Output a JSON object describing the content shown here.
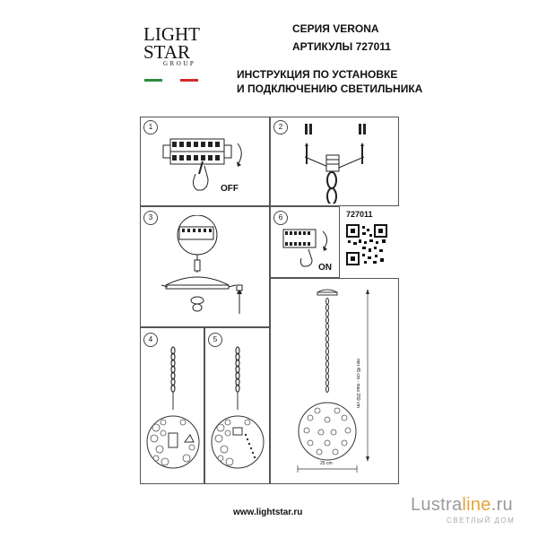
{
  "brand": {
    "line1": "LIGHT",
    "line2": "STAR",
    "line3": "GROUP"
  },
  "flag_colors": [
    "#2e8b3f",
    "#ffffff",
    "#d22c2c"
  ],
  "header": {
    "series": "СЕРИЯ VERONA",
    "articles": "АРТИКУЛЫ 727011",
    "title_line1": "ИНСТРУКЦИЯ ПО УСТАНОВКЕ",
    "title_line2": "И ПОДКЛЮЧЕНИЮ СВЕТИЛЬНИКА"
  },
  "steps": {
    "s1": "1",
    "s2": "2",
    "s3": "3",
    "s4": "4",
    "s5": "5",
    "s6": "6"
  },
  "labels": {
    "off": "OFF",
    "on": "ON",
    "article": "727011",
    "height": "min 45 cm - max 159 cm",
    "width": "25 cm"
  },
  "footer": {
    "url": "www.lightstar.ru"
  },
  "watermark": {
    "part1": "Lustra",
    "part2": "line",
    "part3": ".ru",
    "tagline": "СВЕТЛЫЙ ДОМ",
    "accent": "#e8a23a"
  }
}
